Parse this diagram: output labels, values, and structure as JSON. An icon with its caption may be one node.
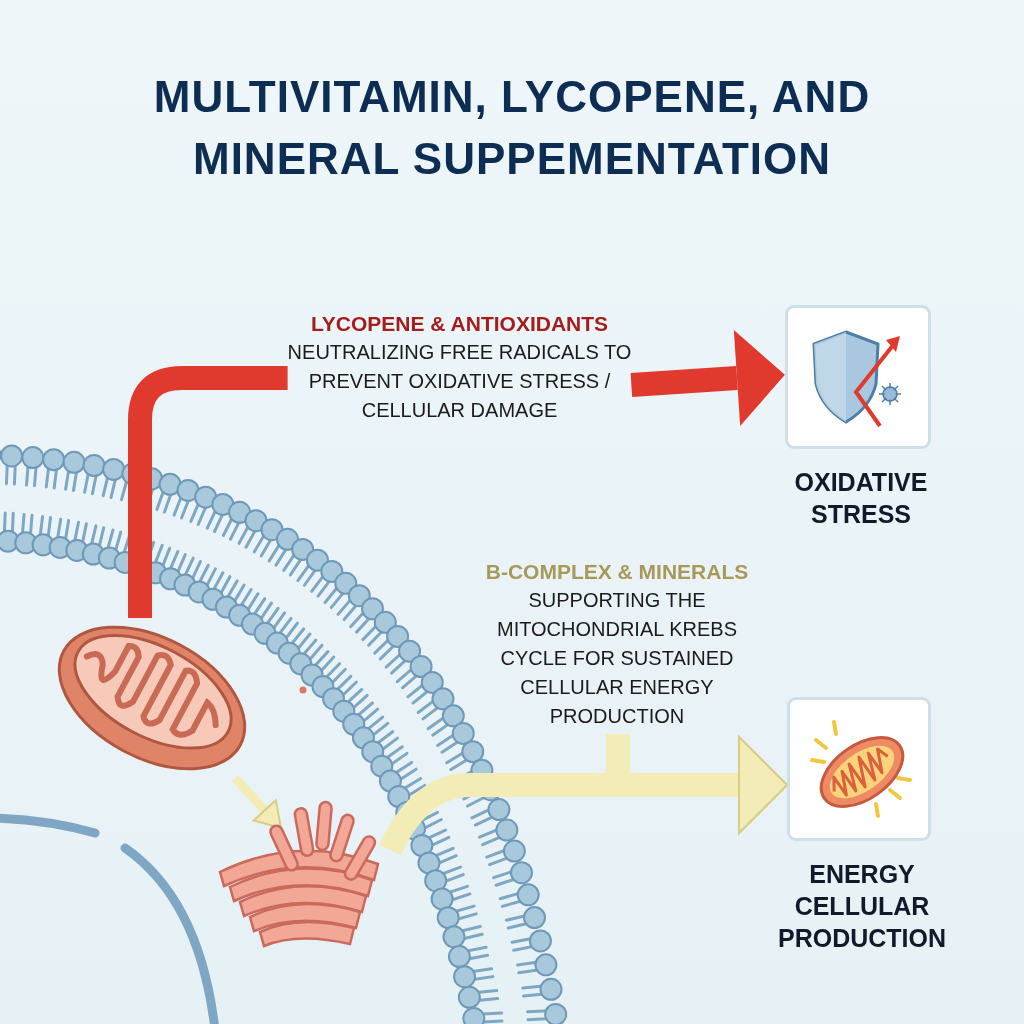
{
  "diagram": {
    "title": "MULTIVITAMIN, LYCOPENE, AND MINERAL SUPPEMENTATION",
    "nodes": [
      {
        "text": [],
        "shape": "picture"
      },
      {
        "text": [],
        "shape": "picture"
      },
      {
        "text": [
          "LYCOPENE & ANTIOXIDANTS",
          "NEUTRALIZING FREE RADICALS TO PREVENT OXIDATIVE STRESS / CELLULAR DAMAGE"
        ]
      },
      {
        "text": [
          "OXIDATIVE STRESS"
        ]
      },
      {
        "text": [
          "B-COMPLEX & MINERALS",
          "SUPPORTING THE MITOCHONDRIAL KREBS CYCLE FOR SUSTAINED CELLULAR ENERGY PRODUCTION"
        ]
      },
      {
        "text": [
          "ENERGY CELLULAR PRODUCTION"
        ]
      }
    ],
    "edges": [
      {
        "from": 0,
        "to": 2,
        "arrow": "none",
        "color": "#e03a2e"
      },
      {
        "from": 2,
        "to": 3,
        "arrow": "to",
        "color": "#e03a2e"
      },
      {
        "from": 0,
        "to": 1,
        "arrow": "to"
      },
      {
        "from": 1,
        "to": 5,
        "arrow": "to"
      },
      {
        "from": 4,
        "to": 5,
        "arrow": "to"
      }
    ]
  }
}
